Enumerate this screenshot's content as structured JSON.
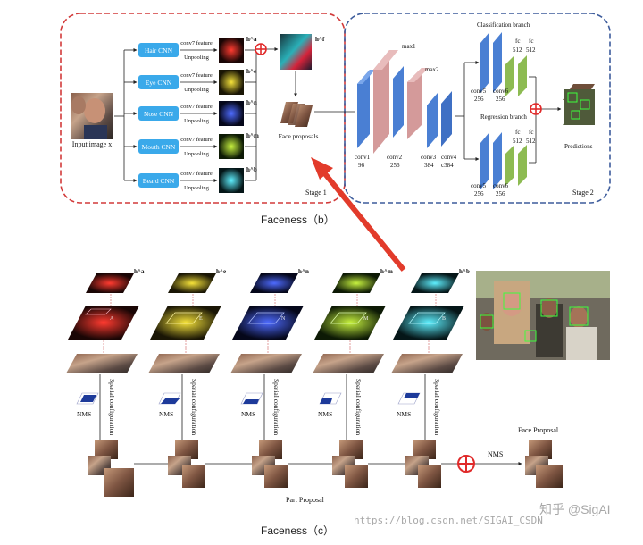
{
  "top": {
    "branches": [
      {
        "cnn": "Hair CNN",
        "feature": "conv7 feature",
        "op": "Unpooling",
        "map": "h^a",
        "color": "#e8231d"
      },
      {
        "cnn": "Eye CNN",
        "feature": "conv7 feature",
        "op": "Unpooling",
        "map": "h^e",
        "color": "#e3c22a"
      },
      {
        "cnn": "Nose CNN",
        "feature": "conv7 feature",
        "op": "Unpooling",
        "map": "h^n",
        "color": "#3a57ea"
      },
      {
        "cnn": "Mouth CNN",
        "feature": "conv7 feature",
        "op": "Unpooling",
        "map": "h^m",
        "color": "#b9e23c"
      },
      {
        "cnn": "Beard CNN",
        "feature": "conv7 feature",
        "op": "Unpooling",
        "map": "h^b",
        "color": "#43d9e5"
      }
    ],
    "input_label": "Input image x",
    "fused_map": "h^f",
    "proposals_label": "Face proposals",
    "stage1": "Stage 1",
    "network": {
      "layers": [
        {
          "name": "conv1",
          "size": "96"
        },
        {
          "name": "conv2",
          "size": "256"
        },
        {
          "name": "conv3",
          "size": "384"
        },
        {
          "name": "conv4",
          "size": "c384"
        },
        {
          "name": "max1",
          "size": ""
        },
        {
          "name": "max2",
          "size": ""
        }
      ],
      "classification": "Classification branch",
      "regression": "Regression branch",
      "head_layers": [
        {
          "name": "conv5",
          "size": "256"
        },
        {
          "name": "conv6",
          "size": "256"
        },
        {
          "name": "fc",
          "size": "512"
        },
        {
          "name": "fc",
          "size": "512"
        }
      ],
      "predictions": "Predictions",
      "stage2": "Stage 2"
    },
    "caption": "Faceness（b）"
  },
  "bottom": {
    "maps": [
      "h^a",
      "h^e",
      "h^n",
      "h^m",
      "h^b"
    ],
    "plane_letters": [
      "A",
      "E",
      "N",
      "M",
      "B"
    ],
    "spatial": "Spatial configuration",
    "nms": "NMS",
    "part_proposal": "Part Proposal",
    "face_proposal": "Face Proposal",
    "final_nms": "NMS",
    "caption": "Faceness（c）"
  },
  "watermark": {
    "brand": "知乎 @SigAI",
    "url": "https://blog.csdn.net/SIGAI_CSDN"
  },
  "colors": {
    "stage1_border": "#d23a3a",
    "stage2_border": "#3d5c9c",
    "cnn_box": "#3aa9ea",
    "conv_blue": "#4a7fd3",
    "pool_pink": "#d49a9a",
    "head_green": "#8dbb52",
    "arrow_red": "#e23b2b",
    "plus_red": "#e02a2a"
  }
}
